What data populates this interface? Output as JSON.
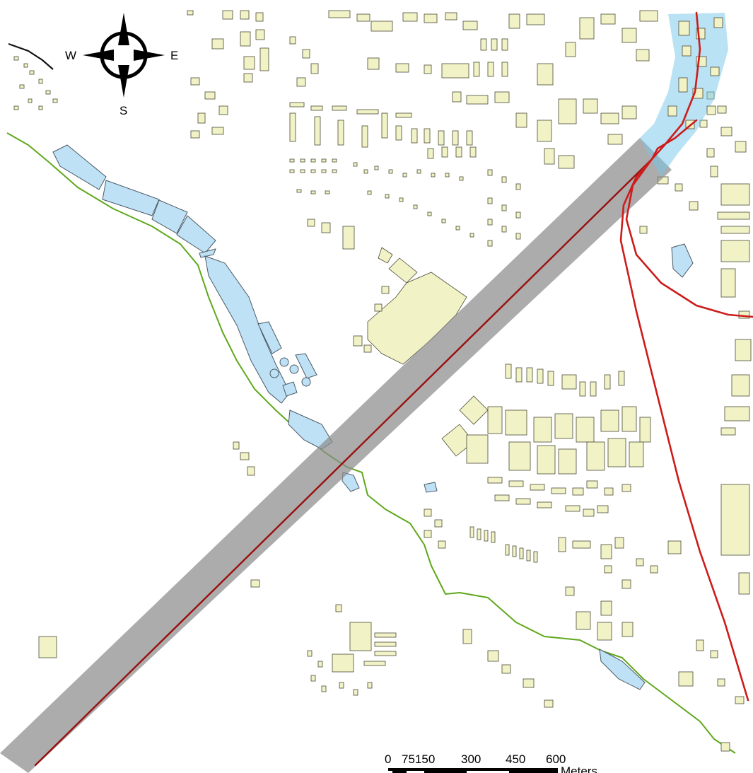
{
  "compass": {
    "north": "",
    "west": "W",
    "east": "E",
    "south": "S"
  },
  "scale_bar": {
    "ticks": [
      "0",
      "75150",
      "300",
      "450",
      "600"
    ],
    "unit": "Meters"
  },
  "colors": {
    "buildings": "#f2f2c7",
    "water": "#bfe1f5",
    "corridor": "#8c8c8c",
    "corridor_highlight": "#74c6ec",
    "railway": "#cc1c1c",
    "river": "#5fa81c"
  }
}
